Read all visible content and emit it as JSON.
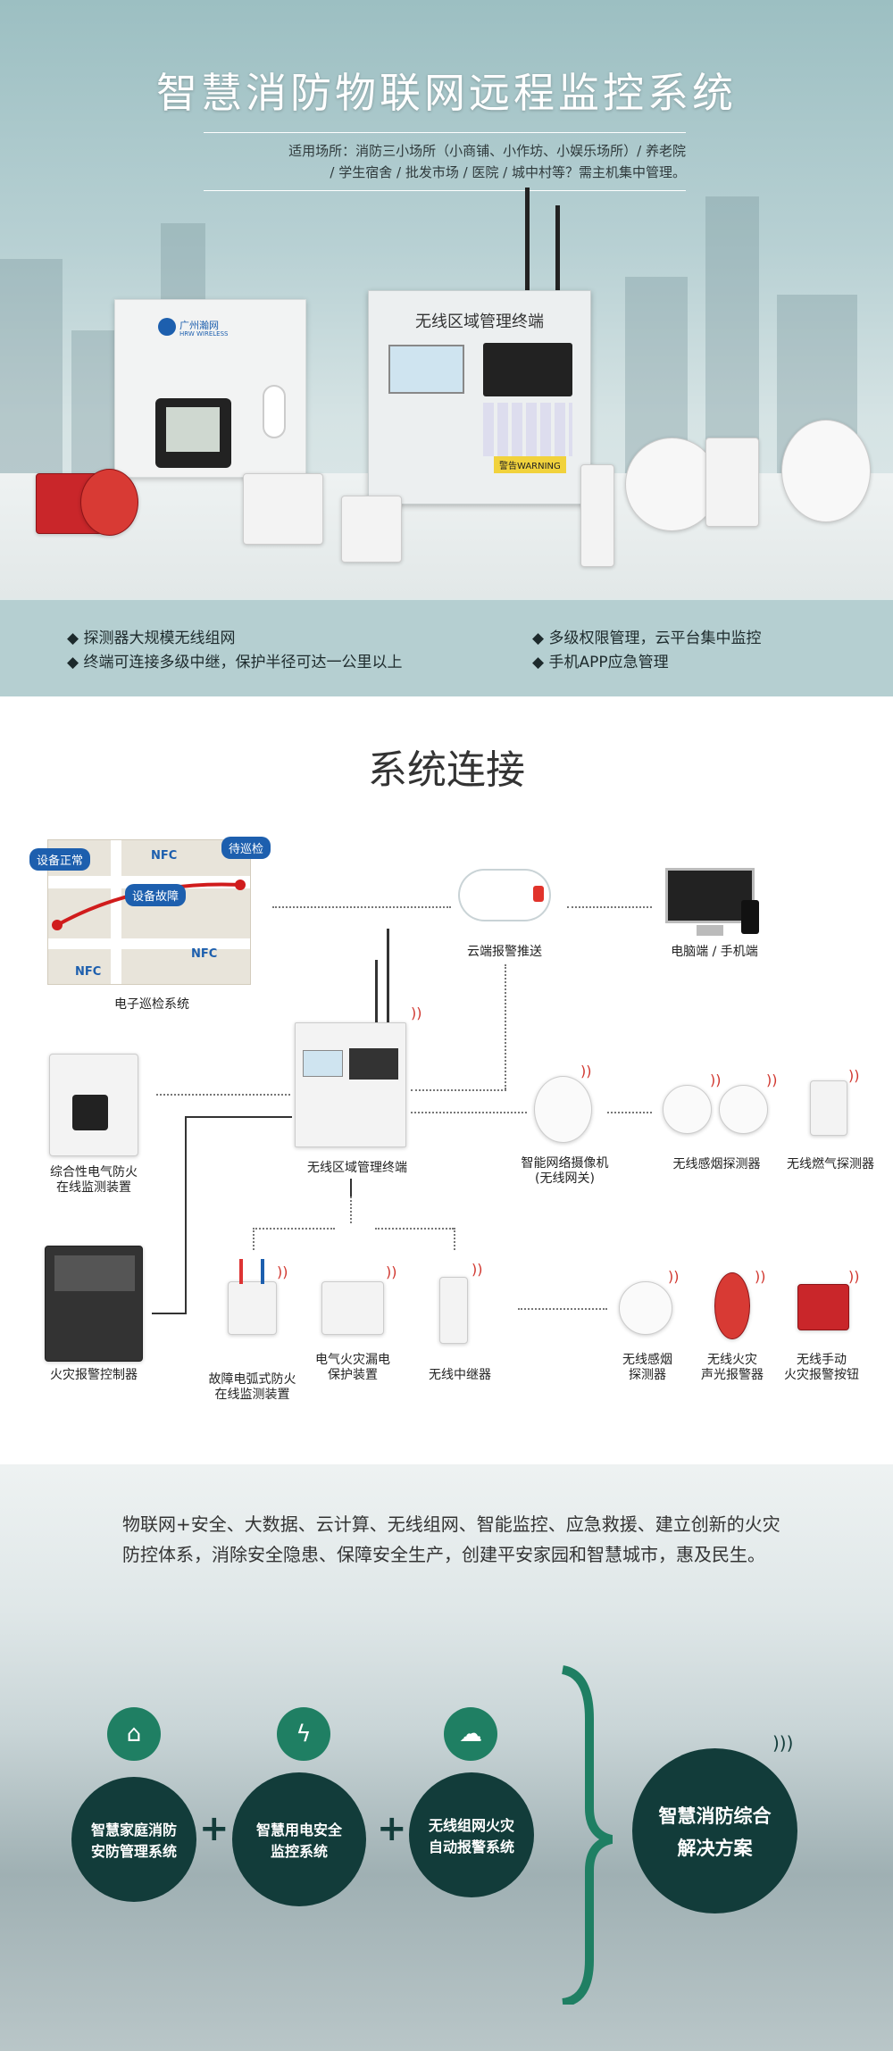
{
  "hero": {
    "title": "智慧消防物联网远程监控系统",
    "scope_line1": "适用场所：消防三小场所（小商铺、小作坊、小娱乐场所）/ 养老院",
    "scope_line2": "/ 学生宿舍 / 批发市场 / 医院 / 城中村等？需主机集中管理。",
    "terminal_title": "无线区域管理终端",
    "brand": "广州瀚网",
    "brand_en": "HRW WIRELESS",
    "warning": "警告WARNING"
  },
  "features": [
    "探测器大规模无线组网",
    "终端可连接多级中继，保护半径可达一公里以上",
    "多级权限管理，云平台集中监控",
    "手机APP应急管理"
  ],
  "system": {
    "title": "系统连接",
    "map_bubbles": [
      "设备正常",
      "设备故障",
      "待巡检"
    ],
    "nfc": "NFC",
    "labels": {
      "patrol": "电子巡检系统",
      "cloud": "云端报警推送",
      "pc": "电脑端 / 手机端",
      "electric_fire_1": "综合性电气防火",
      "electric_fire_2": "在线监测装置",
      "terminal": "无线区域管理终端",
      "camera_1": "智能网络摄像机",
      "camera_2": "(无线网关)",
      "smoke": "无线感烟探测器",
      "gas": "无线燃气探测器",
      "fire_panel": "火灾报警控制器",
      "arc_1": "故障电弧式防火",
      "arc_2": "在线监测装置",
      "leak_1": "电气火灾漏电",
      "leak_2": "保护装置",
      "relay": "无线中继器",
      "smoke2_1": "无线感烟",
      "smoke2_2": "探测器",
      "alarm_1": "无线火灾",
      "alarm_2": "声光报警器",
      "button_1": "无线手动",
      "button_2": "火灾报警按钮"
    }
  },
  "bottom": {
    "text": "物联网+安全、大数据、云计算、无线组网、智能监控、应急救援、建立创新的火灾防控体系，消除安全隐患、保障安全生产，创建平安家园和智慧城市，惠及民生。",
    "circles": [
      {
        "l1": "智慧家庭消防",
        "l2": "安防管理系统",
        "icon": "smart-home-icon"
      },
      {
        "l1": "智慧用电安全",
        "l2": "监控系统",
        "icon": "lightning-icon"
      },
      {
        "l1": "无线组网火灾",
        "l2": "自动报警系统",
        "icon": "cloud-signal-icon"
      }
    ],
    "solution_l1": "智慧消防综合",
    "solution_l2": "解决方案",
    "plus": "+"
  },
  "colors": {
    "accent": "#1f7f63",
    "dark": "#123c3a",
    "blue": "#1d5fae",
    "red": "#c9262a"
  }
}
